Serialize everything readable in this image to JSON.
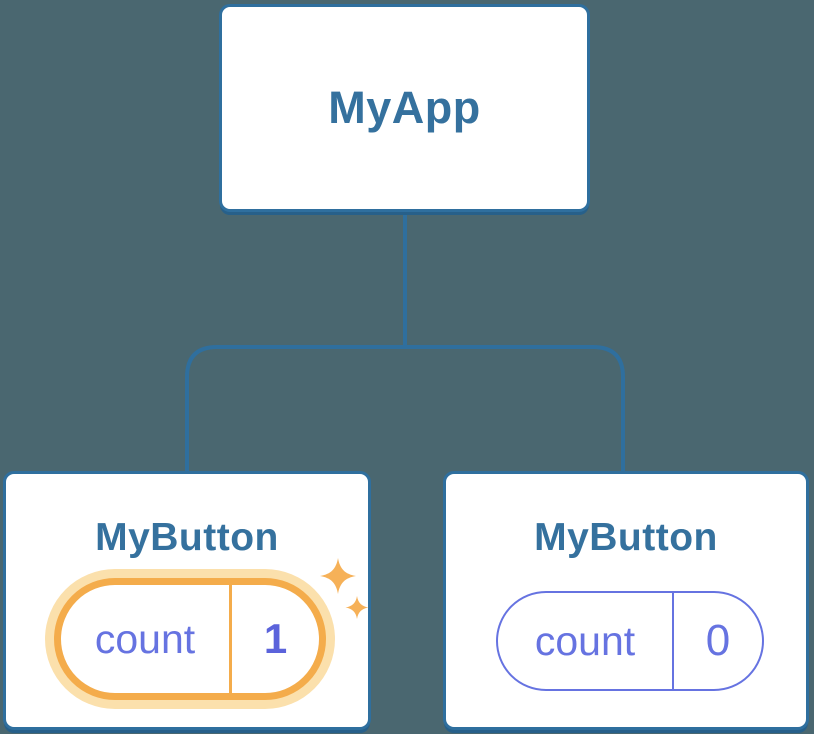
{
  "colors": {
    "background": "#4A6770",
    "line": "#2F6F9E",
    "card_border": "#2F6F9E",
    "card_shadow": "#27608A",
    "title": "#35719E",
    "purple": "#6673E1",
    "purple_bold": "#5B63DB",
    "orange": "#F4AC4B",
    "orange_halo": "#FBE0AC",
    "sparkle": "#F6B158",
    "card_bg": "#FFFFFF"
  },
  "diagram": {
    "type": "component-tree",
    "root": {
      "label": "MyApp"
    },
    "children": [
      {
        "label": "MyButton",
        "state_key": "count",
        "state_value": "1",
        "highlighted": true
      },
      {
        "label": "MyButton",
        "state_key": "count",
        "state_value": "0",
        "highlighted": false
      }
    ]
  }
}
